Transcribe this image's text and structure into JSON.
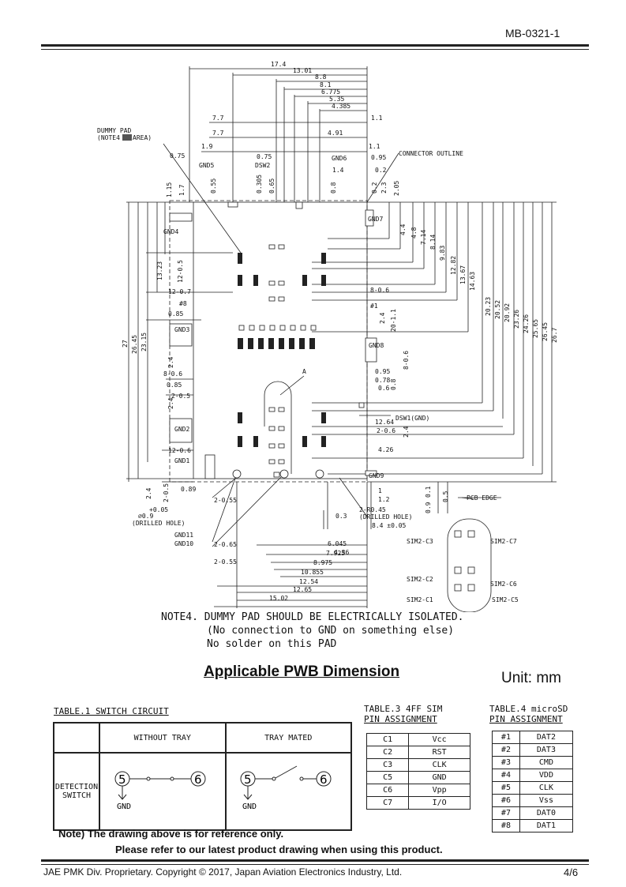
{
  "header": {
    "doc_id": "MB-0321-1"
  },
  "drawing": {
    "top_dims": [
      "17.4",
      "13.01",
      "8.8",
      "8.1",
      "6.775",
      "5.35",
      "4.385",
      "1.1",
      "7.7",
      "4.91",
      "7.7",
      "1.1",
      "1.9",
      "0.95",
      "0.75",
      "0.75",
      "1.4",
      "0.2",
      "0.55",
      "0.305",
      "0.65",
      "0.8",
      "0.2",
      "2.3",
      "2.05",
      "1.15",
      "1.7"
    ],
    "labels": {
      "dummy_pad": "DUMMY PAD",
      "note4_area_left": "(NOTE4",
      "note4_area_right": "AREA)",
      "connector_outline": "CONNECTOR OUTLINE",
      "gnd5": "GND5",
      "dsw2": "DSW2",
      "gnd6": "GND6",
      "gnd7": "GND7",
      "gnd4": "GND4",
      "gnd3": "GND3",
      "gnd8": "GND8",
      "gnd2": "GND2",
      "gnd1": "GND1",
      "gnd9": "GND9",
      "gnd11": "GND11",
      "gnd10": "GND10",
      "dsw1": "DSW1(GND)",
      "pcb_edge": "PCB EDGE",
      "pin8": "#8",
      "pin1": "#1",
      "a": "A",
      "sim_c3": "SIM2-C3",
      "sim_c7": "SIM2-C7",
      "sim_c2": "SIM2-C2",
      "sim_c6": "SIM2-C6",
      "sim_c1": "SIM2-C1",
      "sim_c5": "SIM2-C5"
    },
    "left_dims": [
      "27",
      "26.45",
      "23.15",
      "13.23",
      "12-0.5",
      "12-0.7",
      "0.85",
      "2.4",
      "8-0.6",
      "0.85",
      "2-0.5",
      "2.4",
      "12-0.6",
      "2.4",
      "2-0.5",
      "0.89"
    ],
    "right_dims": [
      "4.4",
      "4.8",
      "7.14",
      "8.14",
      "9.83",
      "12.82",
      "13.67",
      "14.63",
      "20.23",
      "20.52",
      "20.92",
      "23.26",
      "24.26",
      "25.65",
      "26.45",
      "26.7"
    ],
    "mid_dims": [
      "8-0.6",
      "2.4",
      "20-1.1",
      "0.95",
      "0.78",
      "0.6",
      "0.8",
      "8-0.6",
      "12.64",
      "2-0.6",
      "2.4",
      "4.26",
      "1",
      "1.2",
      "0.9",
      "0.1",
      "0.5",
      "0.3",
      "8.4 ±0.05"
    ],
    "hole_dims": [
      "2-R0.45",
      "(DRILLED HOLE)",
      "∅0.9",
      "(DRILLED HOLE)",
      "+0.05"
    ],
    "bottom_dims": [
      "4.36",
      "6.045",
      "7.925",
      "8.975",
      "10.855",
      "12.54",
      "12.65",
      "15.02",
      "2-0.55",
      "2-0.65",
      "2-0.55"
    ],
    "note4_lines": [
      "NOTE4. DUMMY PAD SHOULD BE ELECTRICALLY ISOLATED.",
      "(No connection to GND on something else)",
      "No solder on this PAD"
    ]
  },
  "title": "Applicable PWB Dimension",
  "unit": "Unit: mm",
  "table1": {
    "title": "TABLE.1 SWITCH CIRCUIT",
    "col1": "WITHOUT TRAY",
    "col2": "TRAY MATED",
    "row_label_1": "DETECTION",
    "row_label_2": "SWITCH",
    "n5": "5",
    "n6": "6",
    "gnd": "GND"
  },
  "table3": {
    "title_1": "TABLE.3 4FF SIM",
    "title_2": "PIN ASSIGNMENT",
    "rows": [
      [
        "C1",
        "Vcc"
      ],
      [
        "C2",
        "RST"
      ],
      [
        "C3",
        "CLK"
      ],
      [
        "C5",
        "GND"
      ],
      [
        "C6",
        "Vpp"
      ],
      [
        "C7",
        "I/O"
      ]
    ]
  },
  "table4": {
    "title_1": "TABLE.4 microSD",
    "title_2": "PIN ASSIGNMENT",
    "rows": [
      [
        "#1",
        "DAT2"
      ],
      [
        "#2",
        "DAT3"
      ],
      [
        "#3",
        "CMD"
      ],
      [
        "#4",
        "VDD"
      ],
      [
        "#5",
        "CLK"
      ],
      [
        "#6",
        "Vss"
      ],
      [
        "#7",
        "DAT0"
      ],
      [
        "#8",
        "DAT1"
      ]
    ]
  },
  "note": {
    "line1": "Note)   The drawing above is for reference only.",
    "line2": "Please refer to our latest product drawing when using this product."
  },
  "footer": {
    "copyright": "JAE PMK Div. Proprietary. Copyright ©  2017, Japan Aviation Electronics Industry, Ltd.",
    "page": "4/6"
  }
}
